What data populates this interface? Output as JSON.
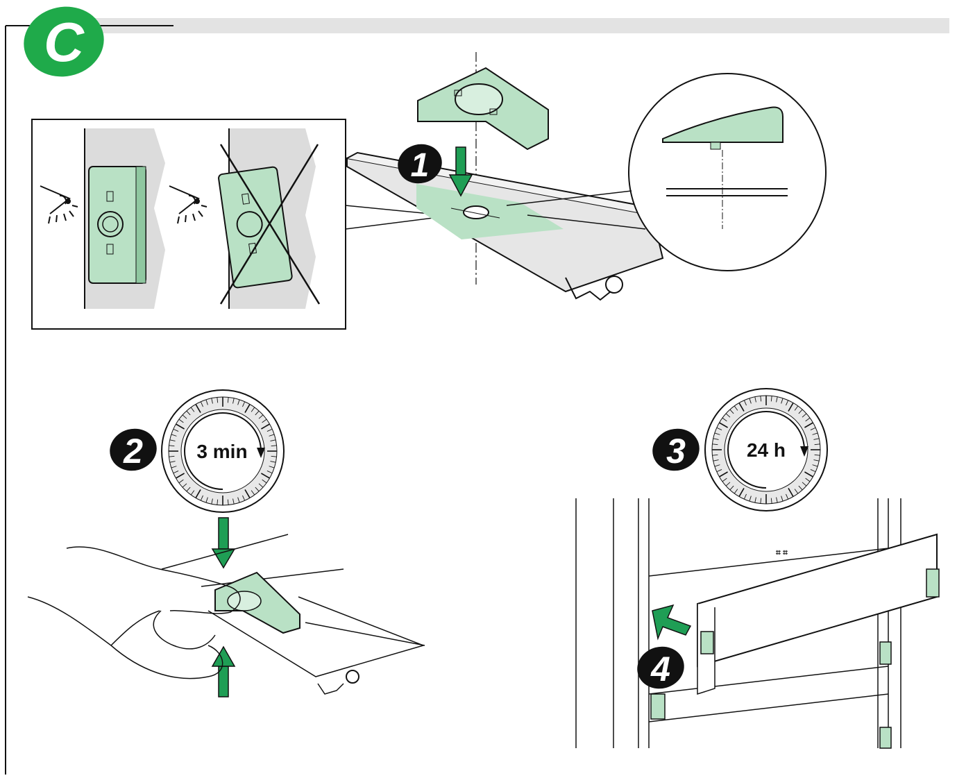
{
  "section": {
    "letter": "C",
    "badge_color": "#1faa4a"
  },
  "colors": {
    "part_green": "#b9e1c5",
    "arrow_green": "#1f9e55",
    "header_bar": "#e3e3e3",
    "line": "#111111"
  },
  "steps": [
    {
      "number": "1"
    },
    {
      "number": "2",
      "timer_label": "3 min"
    },
    {
      "number": "3",
      "timer_label": "24 h"
    },
    {
      "number": "4"
    }
  ],
  "icons": [
    "eye-icon",
    "eye-icon",
    "cross-out-icon",
    "timer-dial-icon",
    "push-arrow-icon"
  ]
}
